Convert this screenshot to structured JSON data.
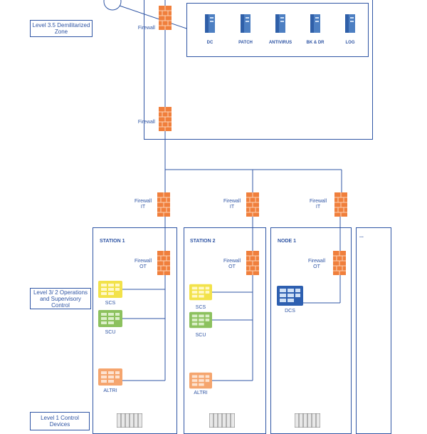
{
  "levels": {
    "l35": "Level 3.5 Demilitarized Zone",
    "l32": "Level 3/ 2 Operations and Supervisory Control",
    "l1": "Level 1 Control Devices"
  },
  "dmz": {
    "servers": [
      "DC",
      "PATCH",
      "ANTIVIRUS",
      "BK & DR",
      "LOG"
    ],
    "firewall_top": "Firewall",
    "firewall_mid": "Firewall"
  },
  "firewall_it": [
    "Firewall",
    "IT"
  ],
  "firewall_ot": [
    "Firewall",
    "OT"
  ],
  "stations": [
    {
      "title": "STATION 1",
      "devices": [
        "SCS",
        "SCU",
        "ALTRI"
      ]
    },
    {
      "title": "STATION 2",
      "devices": [
        "SCS",
        "SCU",
        "ALTRI"
      ]
    },
    {
      "title": "NODE 1",
      "devices": [
        "DCS"
      ]
    },
    {
      "title": "..."
    }
  ],
  "colors": {
    "line": "#2f55a4",
    "firewall": "#f07f3c",
    "scs": "#f2e24a",
    "scu": "#8cc15e",
    "altri": "#f5a56e",
    "dcs": "#2d5fb0"
  }
}
